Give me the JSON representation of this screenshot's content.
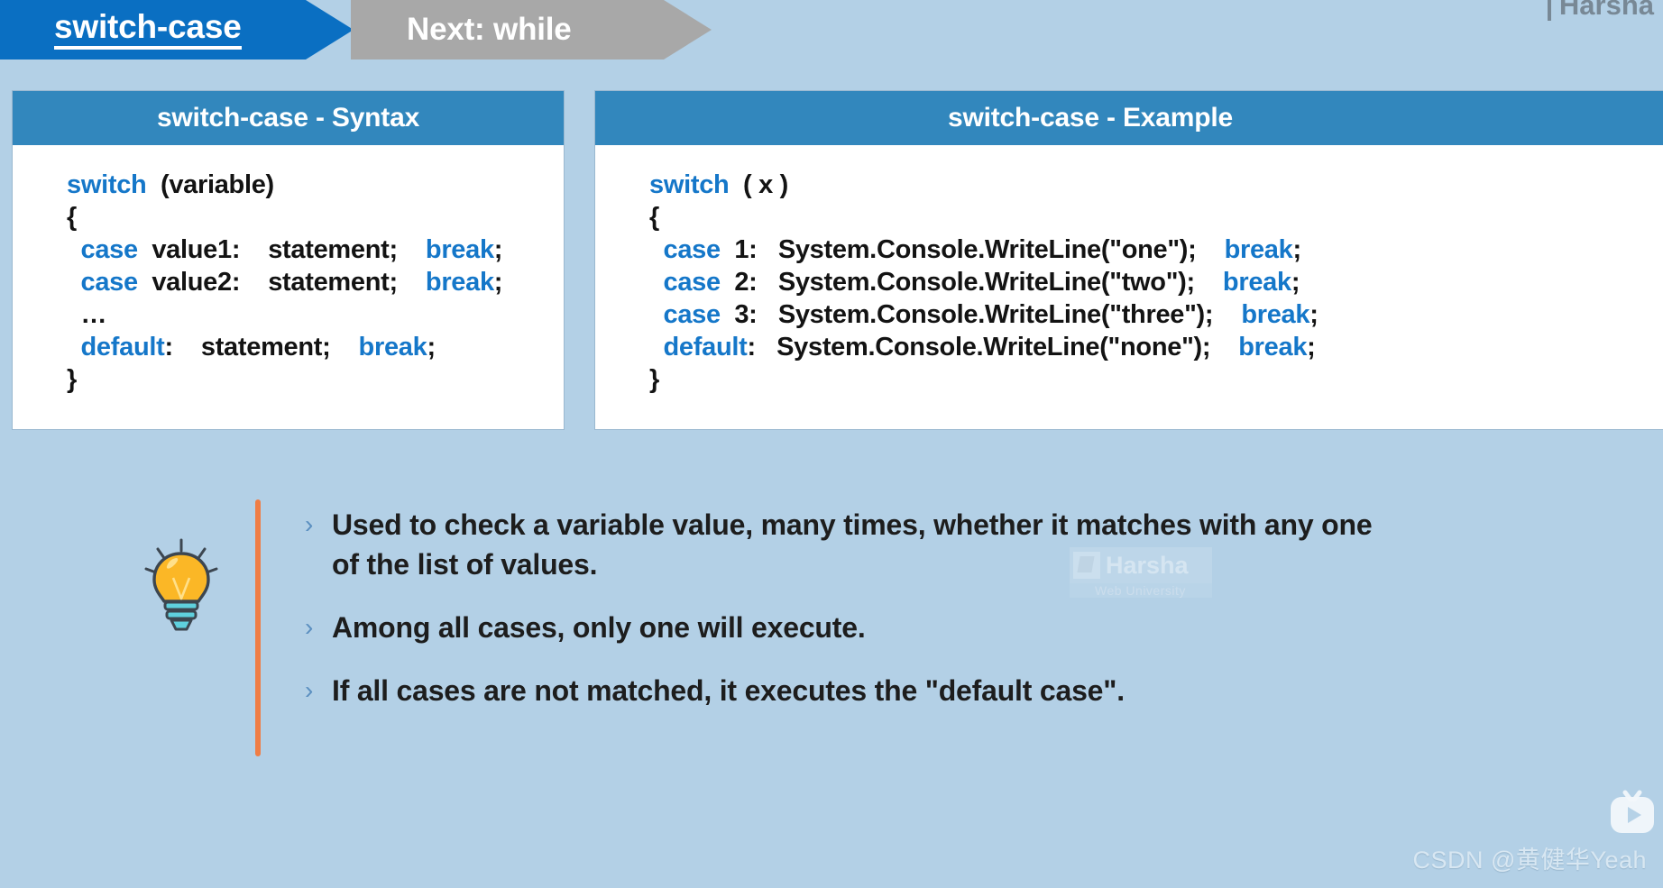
{
  "slide": {
    "background_color": "#b3d0e6",
    "accent_blue": "#0a6fc2",
    "panel_header_blue": "#3287bd",
    "keyword_blue": "#1577c9",
    "rule_orange": "#ef7d45"
  },
  "chevron_nav": {
    "current": {
      "label": "switch-case",
      "color": "#0a6fc2"
    },
    "next": {
      "label": "Next: while",
      "color": "#a8a8a8"
    }
  },
  "top_brand": {
    "text": "Harsha"
  },
  "panels": [
    {
      "id": "syntax",
      "title": "switch-case - Syntax",
      "lines": [
        [
          {
            "t": "switch",
            "c": "kw"
          },
          {
            "t": "  (variable)",
            "c": "pun"
          }
        ],
        [
          {
            "t": "{",
            "c": "pun"
          }
        ],
        [
          {
            "t": "  ",
            "c": "pun"
          },
          {
            "t": "case",
            "c": "kw"
          },
          {
            "t": "  value1:    statement;    ",
            "c": "pun"
          },
          {
            "t": "break",
            "c": "kw"
          },
          {
            "t": ";",
            "c": "pun"
          }
        ],
        [
          {
            "t": "  ",
            "c": "pun"
          },
          {
            "t": "case",
            "c": "kw"
          },
          {
            "t": "  value2:    statement;    ",
            "c": "pun"
          },
          {
            "t": "break",
            "c": "kw"
          },
          {
            "t": ";",
            "c": "pun"
          }
        ],
        [
          {
            "t": "  …",
            "c": "pun"
          }
        ],
        [
          {
            "t": "  ",
            "c": "pun"
          },
          {
            "t": "default",
            "c": "kw"
          },
          {
            "t": ":    statement;    ",
            "c": "pun"
          },
          {
            "t": "break",
            "c": "kw"
          },
          {
            "t": ";",
            "c": "pun"
          }
        ],
        [
          {
            "t": "}",
            "c": "pun"
          }
        ]
      ]
    },
    {
      "id": "example",
      "title": "switch-case - Example",
      "lines": [
        [
          {
            "t": "switch",
            "c": "kw"
          },
          {
            "t": "  ( x )",
            "c": "pun"
          }
        ],
        [
          {
            "t": "{",
            "c": "pun"
          }
        ],
        [
          {
            "t": "  ",
            "c": "pun"
          },
          {
            "t": "case",
            "c": "kw"
          },
          {
            "t": "  1:   System.Console.WriteLine(\"one\");    ",
            "c": "pun"
          },
          {
            "t": "break",
            "c": "kw"
          },
          {
            "t": ";",
            "c": "pun"
          }
        ],
        [
          {
            "t": "  ",
            "c": "pun"
          },
          {
            "t": "case",
            "c": "kw"
          },
          {
            "t": "  2:   System.Console.WriteLine(\"two\");    ",
            "c": "pun"
          },
          {
            "t": "break",
            "c": "kw"
          },
          {
            "t": ";",
            "c": "pun"
          }
        ],
        [
          {
            "t": "  ",
            "c": "pun"
          },
          {
            "t": "case",
            "c": "kw"
          },
          {
            "t": "  3:   System.Console.WriteLine(\"three\");    ",
            "c": "pun"
          },
          {
            "t": "break",
            "c": "kw"
          },
          {
            "t": ";",
            "c": "pun"
          }
        ],
        [
          {
            "t": "  ",
            "c": "pun"
          },
          {
            "t": "default",
            "c": "kw"
          },
          {
            "t": ":   System.Console.WriteLine(\"none\");    ",
            "c": "pun"
          },
          {
            "t": "break",
            "c": "kw"
          },
          {
            "t": ";",
            "c": "pun"
          }
        ],
        [
          {
            "t": "}",
            "c": "pun"
          }
        ]
      ]
    }
  ],
  "notes": {
    "bullet_glyph": "›",
    "items": [
      "Used to check a variable value, many times, whether it matches with any one of the list of values.",
      "Among all cases, only one will execute.",
      "If all cases are not matched, it executes the \"default case\"."
    ]
  },
  "watermarks": {
    "harsha": {
      "name": "Harsha",
      "subtitle": "Web University"
    },
    "csdn": "CSDN @黄健华Yeah"
  }
}
